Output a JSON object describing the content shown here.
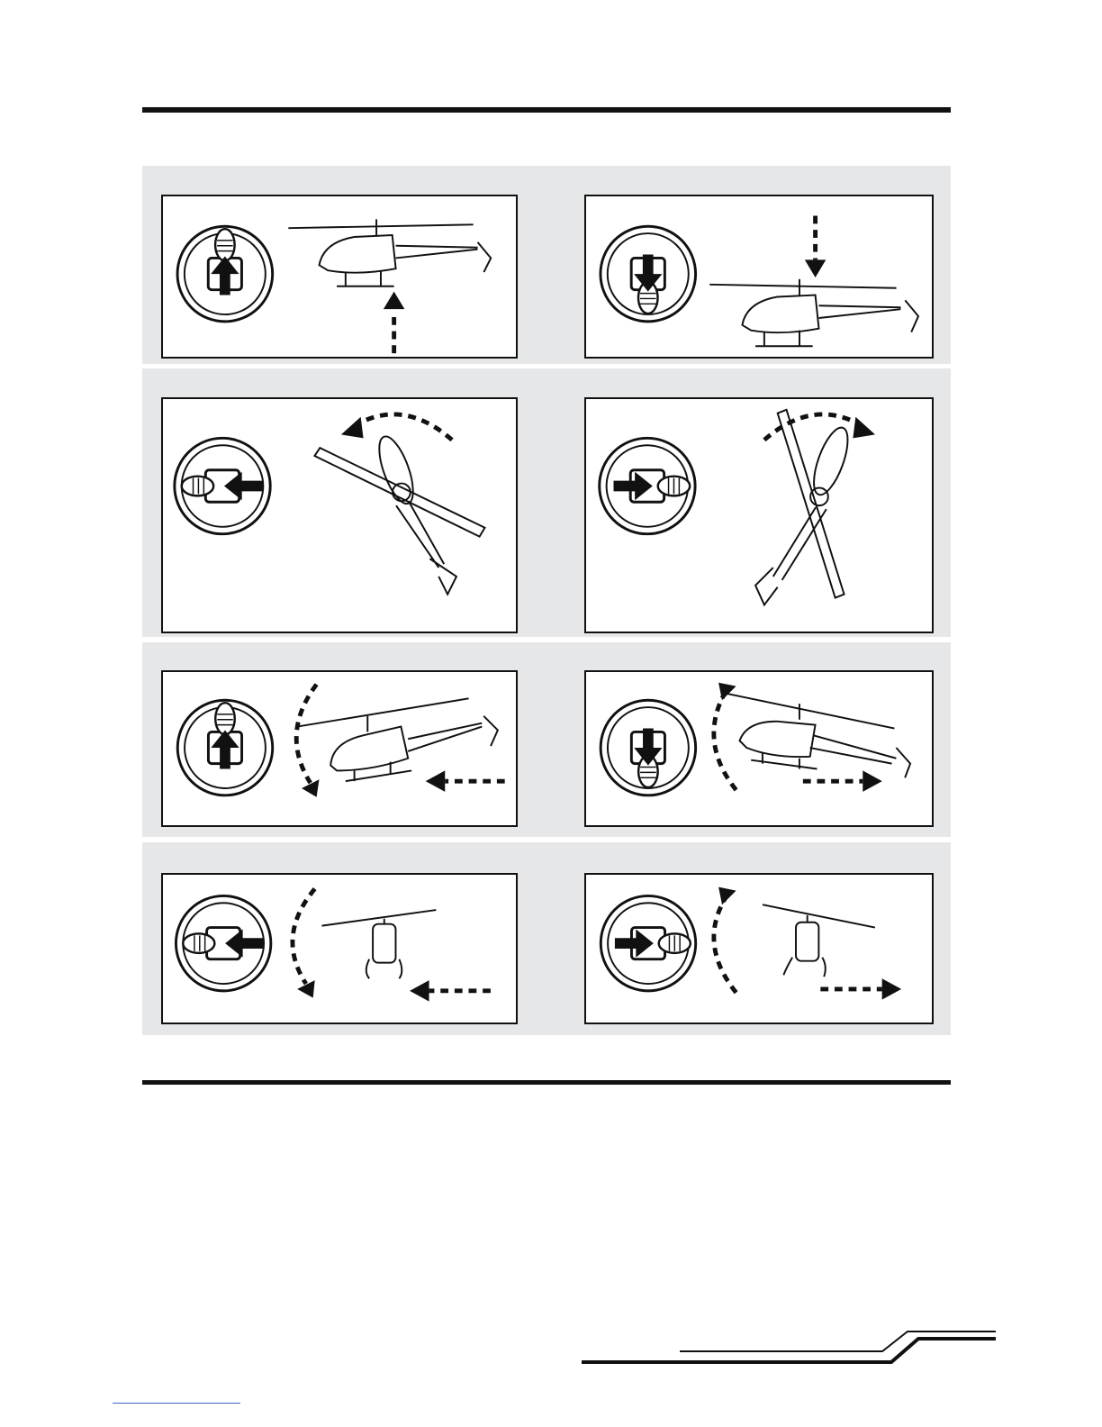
{
  "panels": [
    {
      "name": "throttle-up",
      "stick": "up",
      "craft": "side",
      "motion": "arrow-up"
    },
    {
      "name": "throttle-down",
      "stick": "down",
      "craft": "side",
      "motion": "arrow-down"
    },
    {
      "name": "rudder-left",
      "stick": "left",
      "craft": "top",
      "motion": "rotate-ccw"
    },
    {
      "name": "rudder-right",
      "stick": "right",
      "craft": "top",
      "motion": "rotate-cw"
    },
    {
      "name": "elevator-forward",
      "stick": "up",
      "craft": "side-tilt-forward",
      "motion": "forward"
    },
    {
      "name": "elevator-back",
      "stick": "down",
      "craft": "side-tilt-back",
      "motion": "backward"
    },
    {
      "name": "aileron-left",
      "stick": "left",
      "craft": "front",
      "motion": "left"
    },
    {
      "name": "aileron-right",
      "stick": "right",
      "craft": "front",
      "motion": "right"
    }
  ],
  "colors": {
    "band": "#e6e7e8",
    "ink": "#111111",
    "link": "#4a63c9"
  }
}
